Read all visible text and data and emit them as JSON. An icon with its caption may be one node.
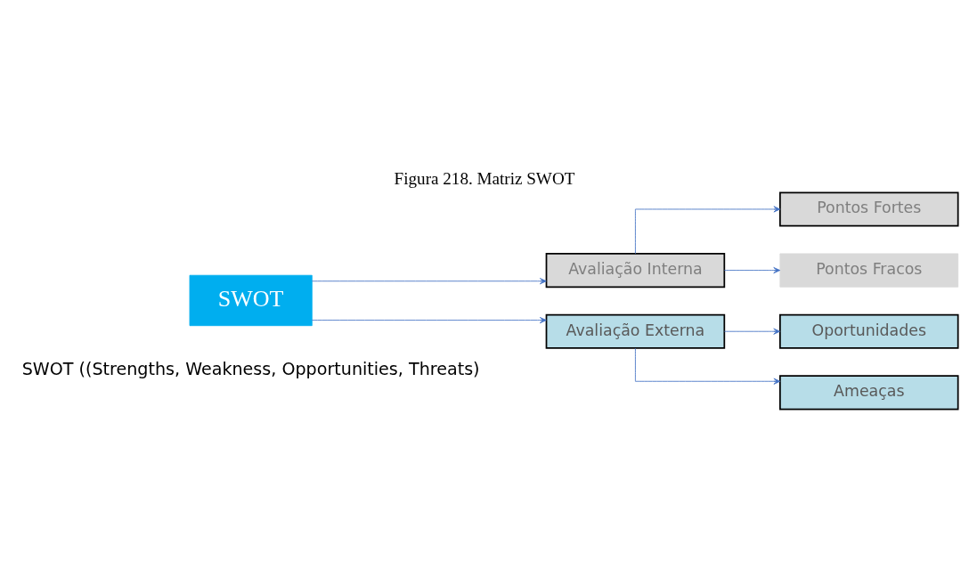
{
  "diagram": {
    "title": "Figura 218. Matriz SWOT",
    "nodes": [
      {
        "text": [
          "SWOT"
        ]
      },
      {
        "text": [
          "Avaliação Interna"
        ]
      },
      {
        "text": [
          "Avaliação Externa"
        ]
      },
      {
        "text": [
          "Pontos Fortes"
        ]
      },
      {
        "text": [
          "Pontos Fracos"
        ]
      },
      {
        "text": [
          "Oportunidades"
        ]
      },
      {
        "text": [
          "Ameaças"
        ]
      }
    ],
    "edges": [
      {
        "from": 0,
        "to": 1,
        "arrow": "to"
      },
      {
        "from": 0,
        "to": 2,
        "arrow": "to"
      },
      {
        "from": 1,
        "to": 3,
        "arrow": "to"
      },
      {
        "from": 1,
        "to": 4,
        "arrow": "to"
      },
      {
        "from": 2,
        "to": 5,
        "arrow": "to"
      },
      {
        "from": 2,
        "to": 6,
        "arrow": "to"
      }
    ],
    "labels": [
      "SWOT ((Strengths, Weakness, Opportunities, Threats)"
    ]
  }
}
